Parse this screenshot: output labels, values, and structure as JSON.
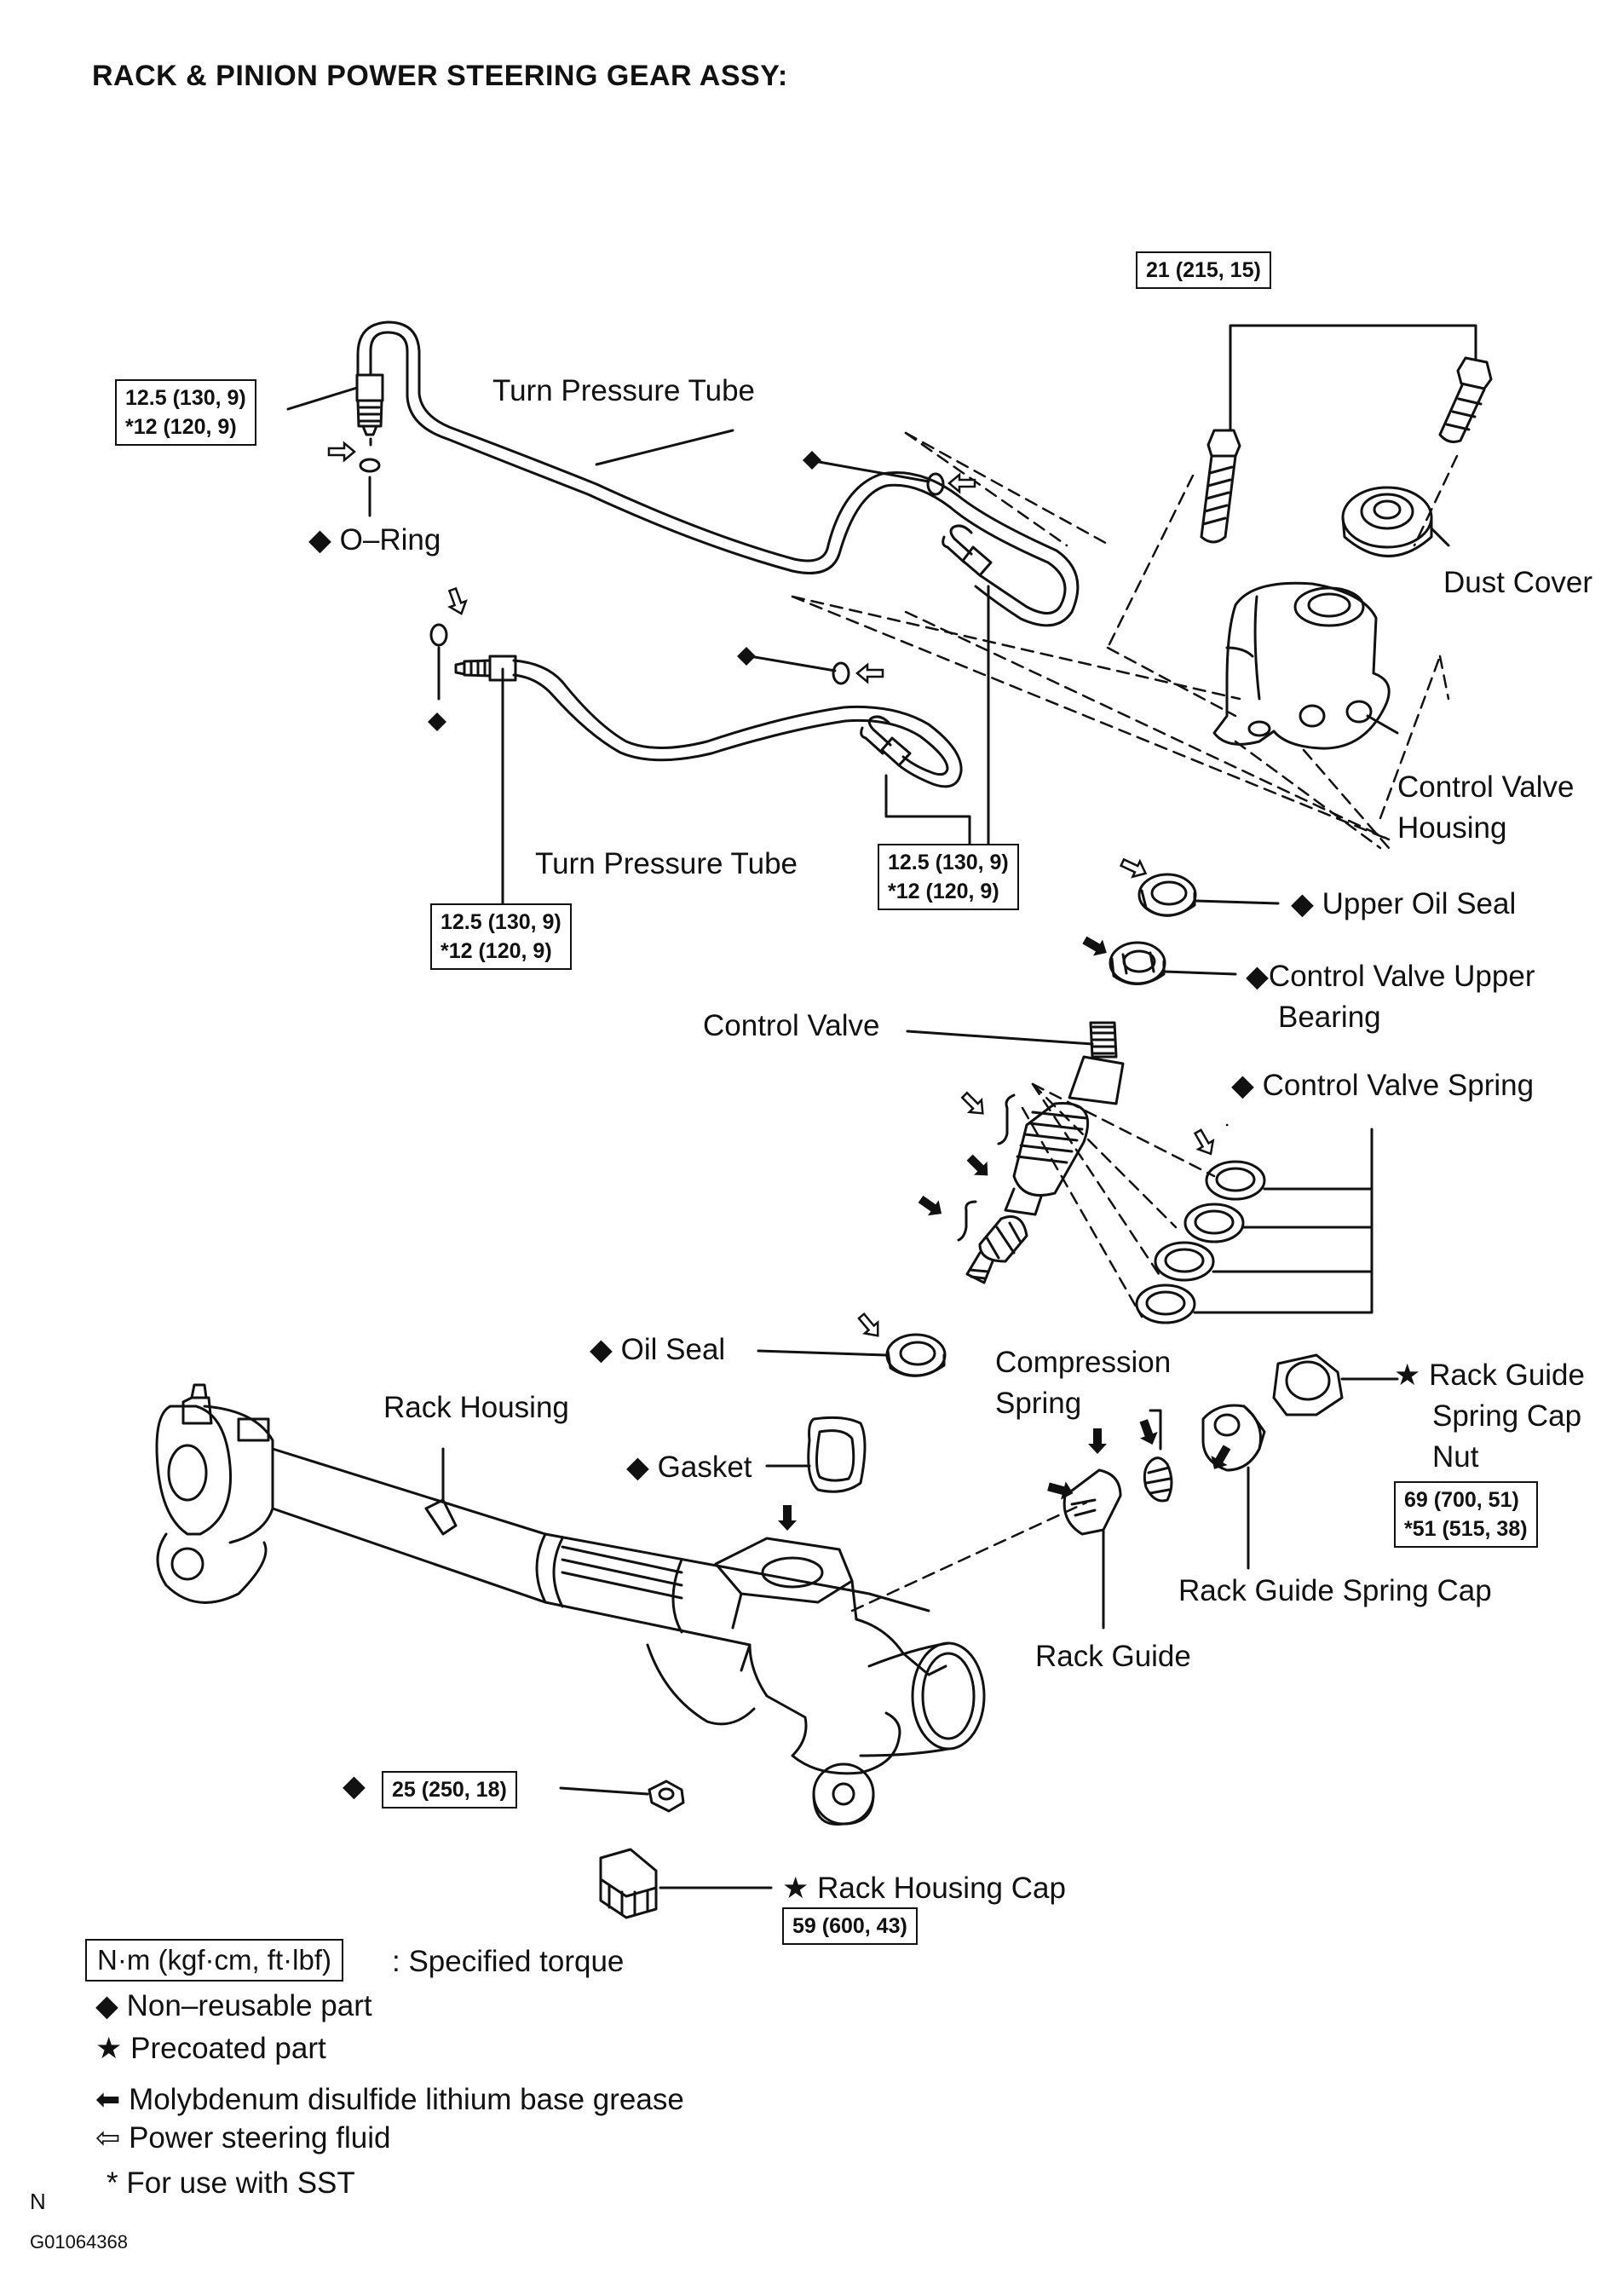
{
  "title": "RACK & PINION POWER STEERING GEAR ASSY:",
  "parts": {
    "turn_pressure_tube_1": "Turn Pressure Tube",
    "turn_pressure_tube_2": "Turn Pressure Tube",
    "o_ring": "O–Ring",
    "dust_cover": "Dust Cover",
    "control_valve_housing_1": "Control Valve",
    "control_valve_housing_2": "Housing",
    "upper_oil_seal": "Upper Oil Seal",
    "control_valve_upper_bearing_1": "Control Valve Upper",
    "control_valve_upper_bearing_2": "Bearing",
    "control_valve": "Control Valve",
    "control_valve_spring": "Control Valve Spring",
    "oil_seal": "Oil Seal",
    "compression_spring_1": "Compression",
    "compression_spring_2": "Spring",
    "rack_guide_spring_cap_nut_1": "Rack Guide",
    "rack_guide_spring_cap_nut_2": "Spring Cap",
    "rack_guide_spring_cap_nut_3": "Nut",
    "rack_housing": "Rack Housing",
    "gasket": "Gasket",
    "rack_guide_spring_cap": "Rack Guide Spring Cap",
    "rack_guide": "Rack Guide",
    "rack_housing_cap": "Rack Housing Cap"
  },
  "torques": {
    "bolts": "21 (215, 15)",
    "tube1_end_a": "12.5 (130, 9)",
    "tube1_end_b": "*12 (120, 9)",
    "tube2_end_a": "12.5 (130, 9)",
    "tube2_end_b": "*12 (120, 9)",
    "tube_mid_a": "12.5 (130, 9)",
    "tube_mid_b": "*12 (120, 9)",
    "cap_nut_a": "69 (700, 51)",
    "cap_nut_b": "*51 (515, 38)",
    "housing_nut": "25 (250, 18)",
    "housing_cap": "59 (600, 43)"
  },
  "legend": {
    "torque_box": "N·m (kgf·cm, ft·lbf)",
    "torque_desc": ": Specified torque",
    "non_reusable": "Non–reusable part",
    "precoated": "Precoated part",
    "moly_grease": "Molybdenum disulfide lithium base grease",
    "ps_fluid": "Power steering fluid",
    "sst": "* For use with SST"
  },
  "symbols": {
    "diamond": "◆",
    "star": "★",
    "arrow_solid": "⬅",
    "arrow_open": "⇦"
  },
  "footer": {
    "north": "N",
    "figure_id": "G01064368"
  }
}
